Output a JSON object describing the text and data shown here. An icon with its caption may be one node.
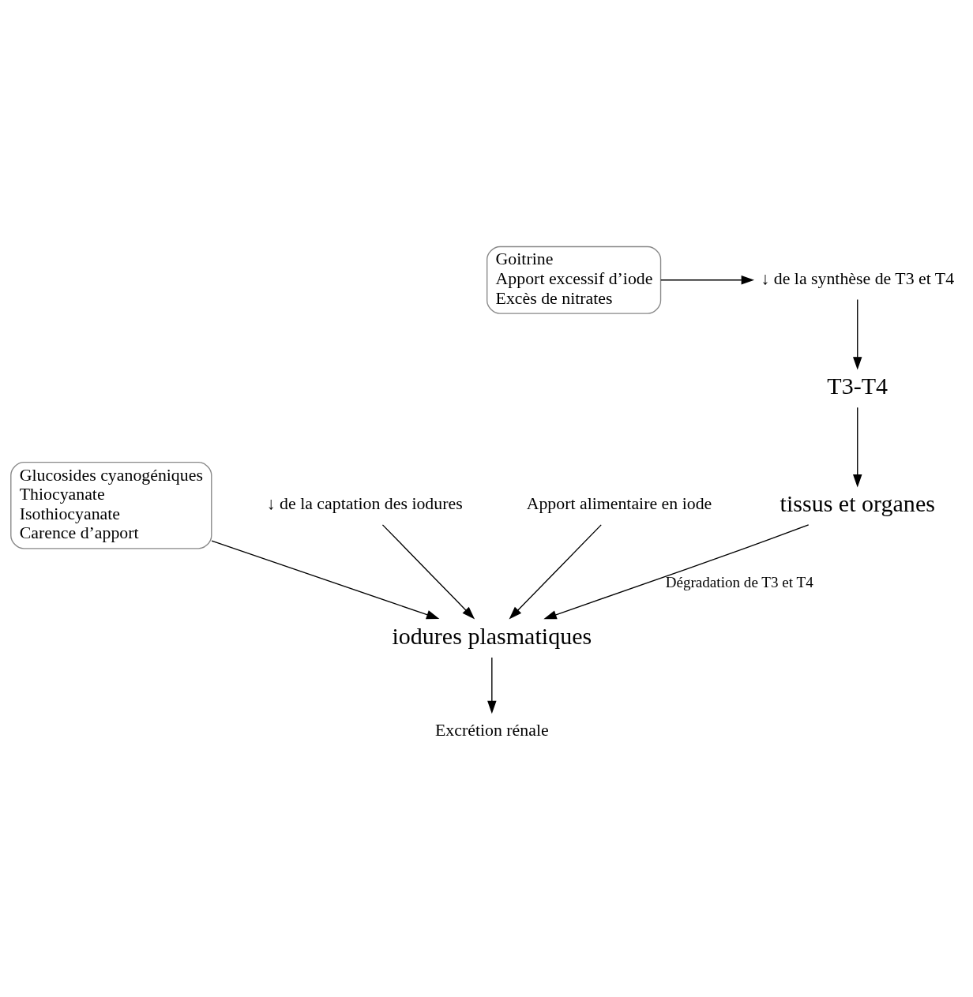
{
  "diagram": {
    "nodes": [
      {
        "text": [
          "T3-T4"
        ]
      },
      {
        "text": [
          "Goitrine",
          "Apport excessif d’iode",
          "Excès de nitrates"
        ]
      },
      {
        "text": [
          "↓ de la synthèse de T3 et T4"
        ]
      },
      {
        "text": [
          "tissus et organes"
        ]
      },
      {
        "text": [
          "Glucosides cyanogéniques",
          "Thiocyanate",
          "Isothiocyanate",
          "Carence d’apport"
        ]
      },
      {
        "text": [
          "↓ de la captation des iodures"
        ]
      },
      {
        "text": [
          "Apport alimentaire en iode"
        ]
      },
      {
        "text": [
          "iodures plasmatiques"
        ]
      },
      {
        "text": [
          "Excrétion rénale"
        ]
      }
    ],
    "edges": [
      {
        "from": 2,
        "to": 0,
        "arrow": "to"
      },
      {
        "from": 0,
        "to": 3,
        "arrow": "to"
      },
      {
        "from": 1,
        "to": 2,
        "arrow": "to"
      },
      {
        "from": 3,
        "to": 7,
        "arrow": "to",
        "label": "Dégradation de T3 et T4"
      },
      {
        "from": 4,
        "to": 7,
        "arrow": "to"
      },
      {
        "from": 5,
        "to": 7,
        "arrow": "to"
      },
      {
        "from": 6,
        "to": 7,
        "arrow": "to"
      },
      {
        "from": 7,
        "to": 8,
        "arrow": "to"
      }
    ]
  }
}
